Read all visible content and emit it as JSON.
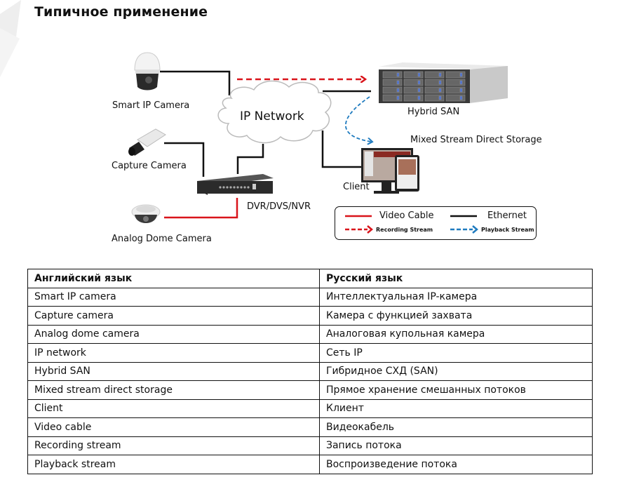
{
  "page": {
    "title": "Типичное применение"
  },
  "diagram": {
    "cloud_label": "IP Network",
    "nodes": [
      {
        "id": "smart-ip-camera",
        "label": "Smart IP Camera",
        "icon": "ptz-dome-camera-icon"
      },
      {
        "id": "capture-camera",
        "label": "Capture Camera",
        "icon": "box-camera-icon"
      },
      {
        "id": "analog-dome-camera",
        "label": "Analog Dome Camera",
        "icon": "dome-camera-icon"
      },
      {
        "id": "dvr",
        "label": "DVR/DVS/NVR",
        "icon": "dvr-recorder-icon"
      },
      {
        "id": "hybrid-san",
        "label": "Hybrid SAN",
        "icon": "storage-server-icon"
      },
      {
        "id": "mixed-stream",
        "label": "Mixed Stream Direct Storage",
        "icon": ""
      },
      {
        "id": "client",
        "label": "Client",
        "icon": "monitor-tablet-icon"
      }
    ],
    "colors": {
      "video_cable": "#d9141b",
      "ethernet": "#111111",
      "recording_stream": "#d9141b",
      "playback_stream": "#1f7bbf"
    },
    "legend": {
      "video_cable": "Video Cable",
      "ethernet": "Ethernet",
      "recording_stream": "Recording Stream",
      "playback_stream": "Playback Stream"
    }
  },
  "table": {
    "headers": [
      "Английский язык",
      "Русский язык"
    ],
    "rows": [
      [
        "Smart IP camera",
        "Интеллектуальная IP-камера"
      ],
      [
        "Capture camera",
        "Камера с функцией захвата"
      ],
      [
        "Analog dome camera",
        "Аналоговая купольная камера"
      ],
      [
        "IP network",
        "Сеть IP"
      ],
      [
        "Hybrid SAN",
        "Гибридное СХД (SAN)"
      ],
      [
        "Mixed stream direct storage",
        "Прямое хранение смешанных потоков"
      ],
      [
        "Client",
        "Клиент"
      ],
      [
        "Video cable",
        "Видеокабель"
      ],
      [
        "Recording stream",
        "Запись потока"
      ],
      [
        "Playback stream",
        "Воспроизведение потока"
      ]
    ]
  }
}
